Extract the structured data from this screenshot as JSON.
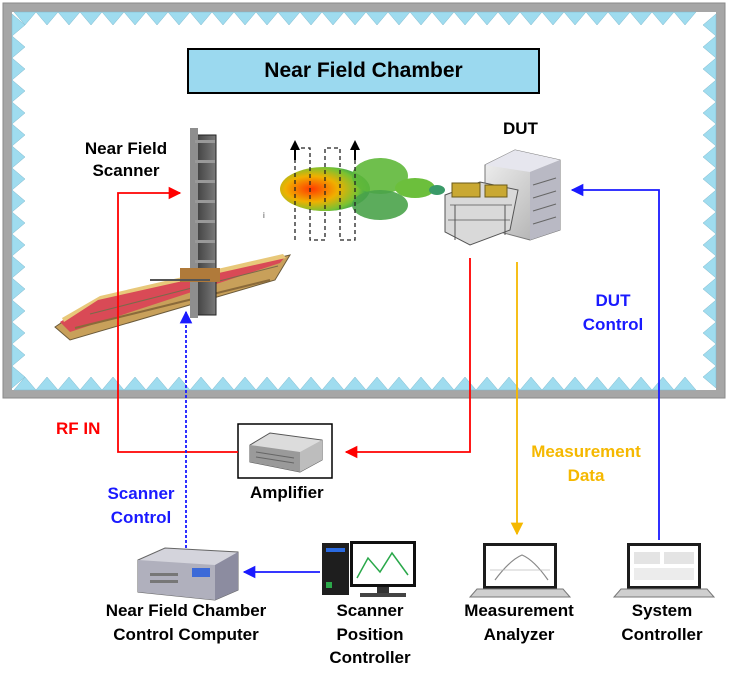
{
  "title": "Near Field Chamber",
  "labels": {
    "dut": "DUT",
    "scanner_line1": "Near Field",
    "scanner_line2": "Scanner",
    "rf_in": "RF IN",
    "dut_control_line1": "DUT",
    "dut_control_line2": "Control",
    "amplifier": "Amplifier",
    "measurement_data_line1": "Measurement",
    "measurement_data_line2": "Data",
    "scanner_control_line1": "Scanner",
    "scanner_control_line2": "Control",
    "nfc_computer_line1": "Near Field Chamber",
    "nfc_computer_line2": "Control Computer",
    "spc_line1": "Scanner",
    "spc_line2": "Position",
    "spc_line3": "Controller",
    "analyzer_line1": "Measurement",
    "analyzer_line2": "Analyzer",
    "system_line1": "System",
    "system_line2": "Controller"
  },
  "colors": {
    "rf_signal": "#ff0000",
    "control_signal": "#1a1aff",
    "measurement_signal": "#f5b800",
    "absorber": "#9fdcef",
    "title_box": "#9bd9ef"
  },
  "icons": [
    "near-field-scanner",
    "antenna-pattern",
    "dut-rack",
    "amplifier",
    "control-computer",
    "desktop-pc",
    "laptop-analyzer",
    "laptop-controller"
  ]
}
